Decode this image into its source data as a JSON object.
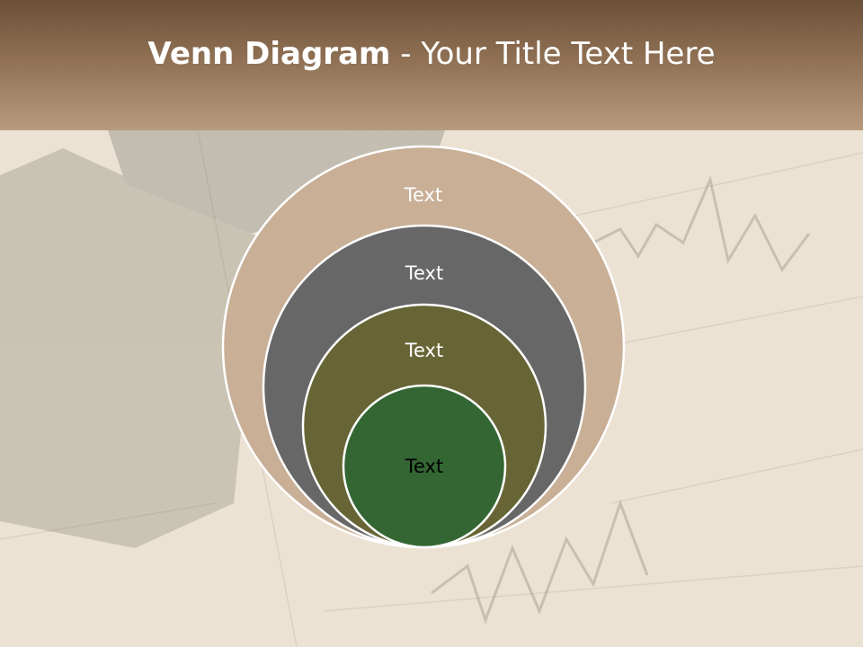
{
  "slide": {
    "title_bold": "Venn Diagram",
    "title_rest": " - Your Title Text Here"
  },
  "diagram": {
    "type": "nested-venn",
    "circles": [
      {
        "label": "Text",
        "fill": "#c8af96",
        "text_color": "#ffffff"
      },
      {
        "label": "Text",
        "fill": "#676767",
        "text_color": "#ffffff"
      },
      {
        "label": "Text",
        "fill": "#676535",
        "text_color": "#ffffff"
      },
      {
        "label": "Text",
        "fill": "#336633",
        "text_color": "#000000"
      }
    ]
  },
  "colors": {
    "header_top": "#6b4f38",
    "header_bottom": "#b89a7e",
    "background": "#ede3d4",
    "circle_stroke": "#ffffff"
  }
}
